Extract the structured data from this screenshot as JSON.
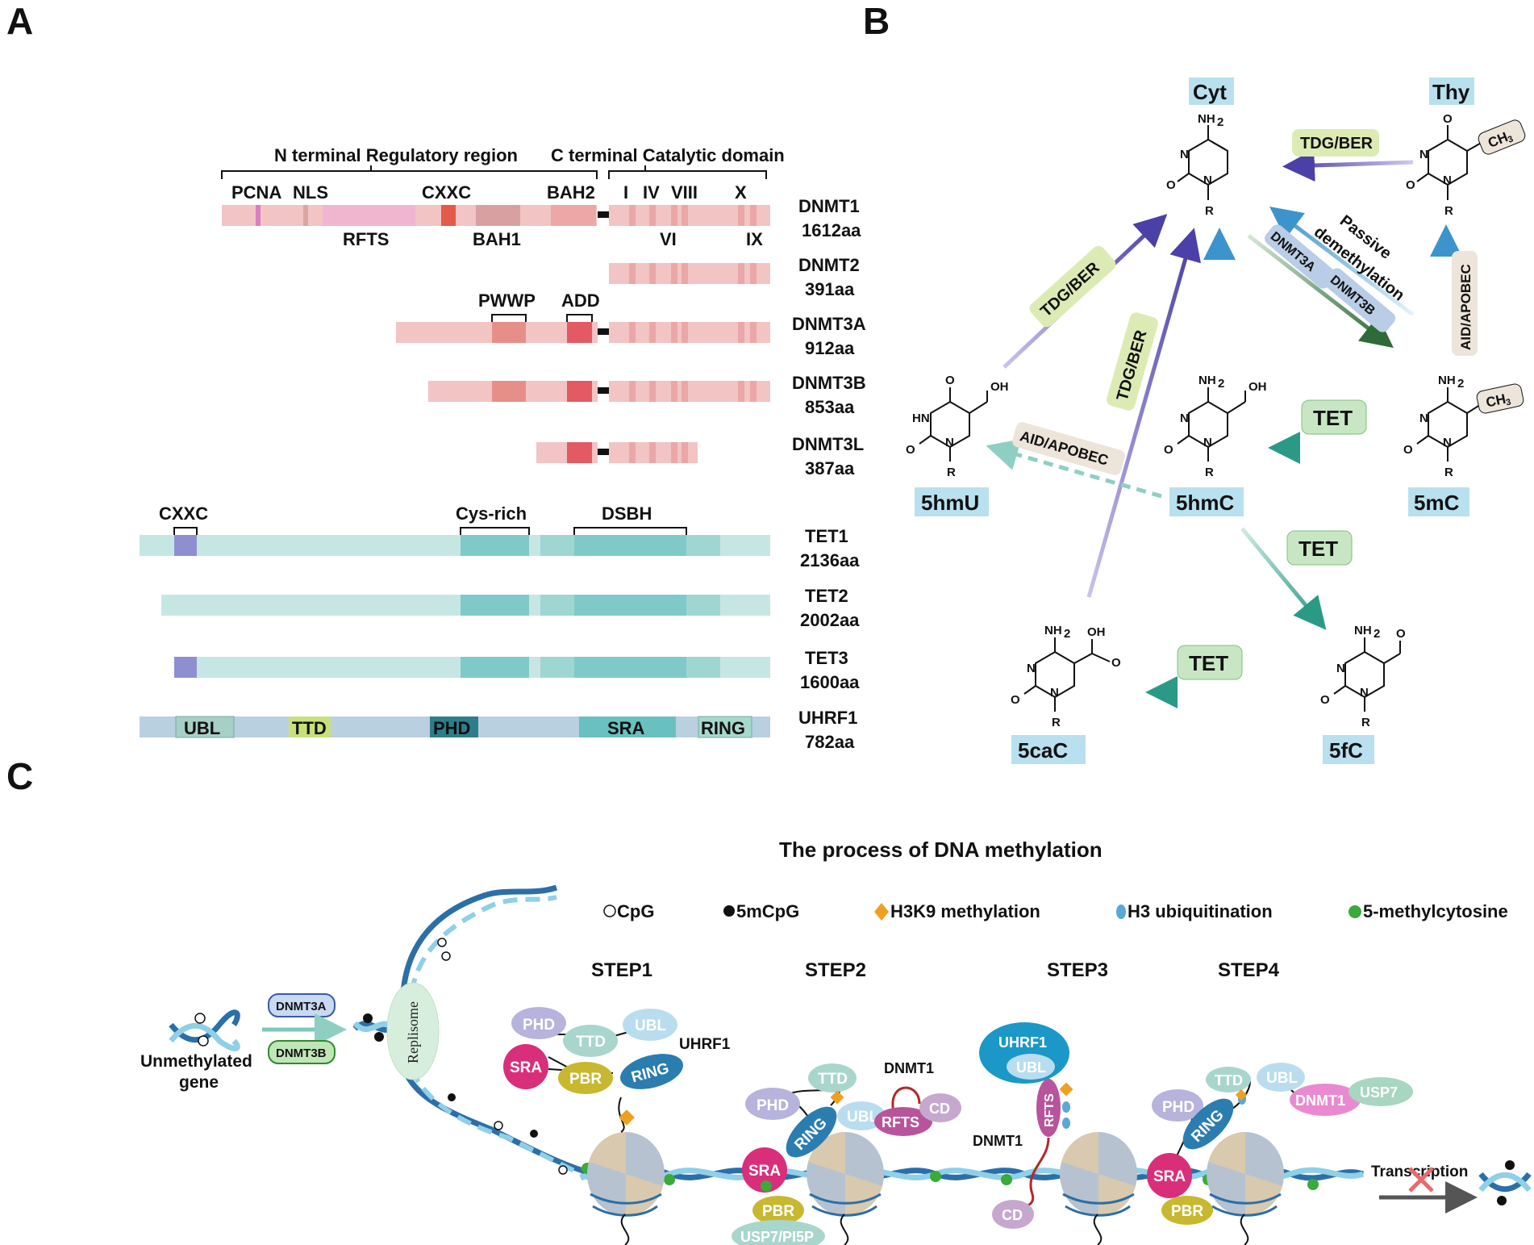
{
  "panels": {
    "a": "A",
    "b": "B",
    "c": "C"
  },
  "panel_a": {
    "header_left": "N terminal Regulatory region",
    "header_right": "C terminal Catalytic domain",
    "dnmt1_domains_top": [
      "PCNA",
      "NLS",
      "CXXC",
      "BAH2",
      "I",
      "IV",
      "VIII",
      "X"
    ],
    "dnmt1_domains_bottom": [
      "RFTS",
      "BAH1",
      "VI",
      "IX"
    ],
    "dnmt3a_domains": [
      "PWWP",
      "ADD"
    ],
    "tet_domains": [
      "CXXC",
      "Cys-rich",
      "DSBH"
    ],
    "uhrf1_domains": [
      "UBL",
      "TTD",
      "PHD",
      "SRA",
      "RING"
    ],
    "proteins": [
      {
        "name": "DNMT1",
        "length": "1612aa"
      },
      {
        "name": "DNMT2",
        "length": "391aa"
      },
      {
        "name": "DNMT3A",
        "length": "912aa"
      },
      {
        "name": "DNMT3B",
        "length": "853aa"
      },
      {
        "name": "DNMT3L",
        "length": "387aa"
      },
      {
        "name": "TET1",
        "length": "2136aa"
      },
      {
        "name": "TET2",
        "length": "2002aa"
      },
      {
        "name": "TET3",
        "length": "1600aa"
      },
      {
        "name": "UHRF1",
        "length": "782aa"
      }
    ]
  },
  "panel_b": {
    "nodes": [
      "Cyt",
      "Thy",
      "5hmU",
      "5hmC",
      "5mC",
      "5caC",
      "5fC"
    ],
    "enzymes": {
      "tdg_ber": "TDG/BER",
      "aid_apobec": "AID/APOBEC",
      "tet": "TET",
      "dnmt3a": "DNMT3A",
      "dnmt3b": "DNMT3B",
      "passive": "Passive",
      "demethylation": "demethylation"
    },
    "atoms": {
      "nh2": "NH",
      "sub2": "2",
      "o": "O",
      "n": "N",
      "r": "R",
      "oh": "OH",
      "hn": "HN",
      "ch3": "CH",
      "sub3": "3"
    }
  },
  "panel_c": {
    "title": "The process of DNA methylation",
    "legend": [
      "CpG",
      "5mCpG",
      "H3K9 methylation",
      "H3 ubiquitination",
      "5-methylcytosine"
    ],
    "steps": [
      "STEP1",
      "STEP2",
      "STEP3",
      "STEP4"
    ],
    "unmethylated_gene": [
      "Unmethylated",
      "gene"
    ],
    "replisome": "Replisome",
    "transcription": "Transcription",
    "labels": {
      "dnmt3a": "DNMT3A",
      "dnmt3b": "DNMT3B",
      "uhrf1": "UHRF1",
      "dnmt1": "DNMT1",
      "phd": "PHD",
      "ttd": "TTD",
      "ubl": "UBL",
      "sra": "SRA",
      "pbr": "PBR",
      "ring": "RING",
      "rfts": "RFTS",
      "cd": "CD",
      "usp7_pi5p": "USP7/PI5P",
      "usp7": "USP7"
    }
  },
  "colors": {
    "dnmt_bar": "#f2c4c4",
    "dnmt_dark": "#e57f7f",
    "dnmt_red": "#e35a5a",
    "dnmt_mid": "#eea7a7",
    "tet_bar": "#c6e6e4",
    "tet_dark": "#7fcac8",
    "tet_mid": "#a0d6d2",
    "cxxc_purple": "#8e8fd0",
    "uhrf1_bar": "#b9d0e0",
    "label_blue": "#b9e0ee",
    "tdg_green": "#dcebb4",
    "tet_green": "#c8e6c4",
    "aid_gray": "#ede4da",
    "arrow_purple": "#5a4fb0",
    "arrow_teal": "#2a9a86",
    "arrow_blue": "#4ea3d3"
  }
}
